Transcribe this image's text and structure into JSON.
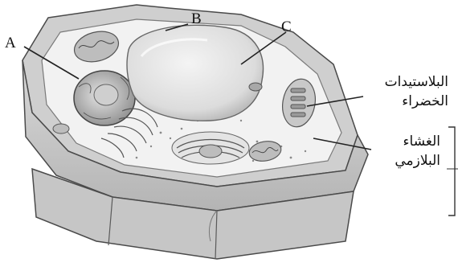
{
  "labels": {
    "a": "A",
    "b": "B",
    "c": "C",
    "chloroplast_line1": "البلاستيدات",
    "chloroplast_line2": "الخضراء",
    "membrane_line1": "الغشاء",
    "membrane_line2": "البلازمي"
  }
}
